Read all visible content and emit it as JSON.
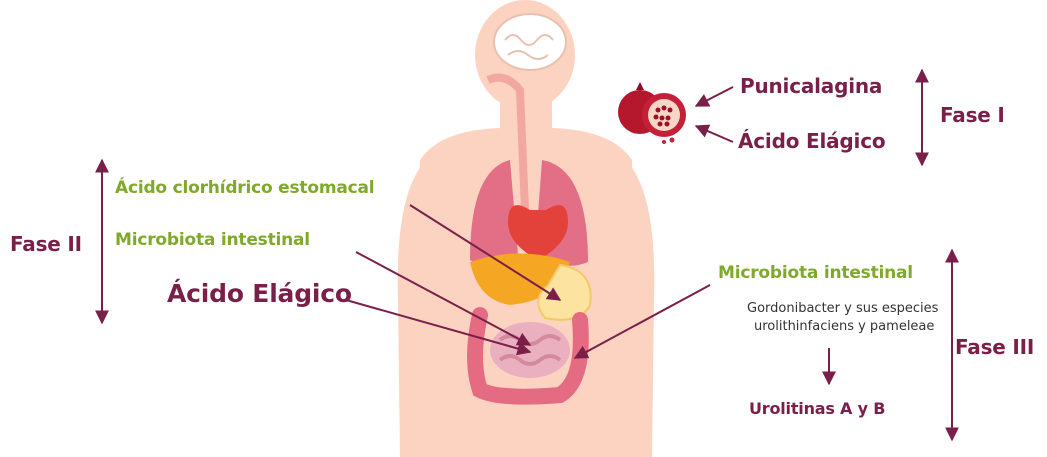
{
  "phase1": {
    "phase_label": "Fase I",
    "compound_1": "Punicalagina",
    "compound_2": "Ácido Elágico"
  },
  "phase2": {
    "phase_label": "Fase II",
    "item_1": "Ácido clorhídrico estomacal",
    "item_2": "Microbiota intestinal",
    "item_3": "Ácido Elágico"
  },
  "phase3": {
    "phase_label": "Fase III",
    "microbiota": "Microbiota intestinal",
    "species_line_1": "Gordonibacter y sus especies",
    "species_line_2": "urolithinfaciens y pameleae",
    "product": "Urolitinas A y B"
  },
  "colors": {
    "plum": "#7a1f4a",
    "green": "#7fa92b",
    "skin": "#fbc6ad",
    "organ_red": "#d9506a",
    "liver": "#f5a623",
    "stomach": "#fde3a0"
  },
  "icons": [
    "human-body-illustration",
    "pomegranate-icon",
    "arrow-icon"
  ]
}
